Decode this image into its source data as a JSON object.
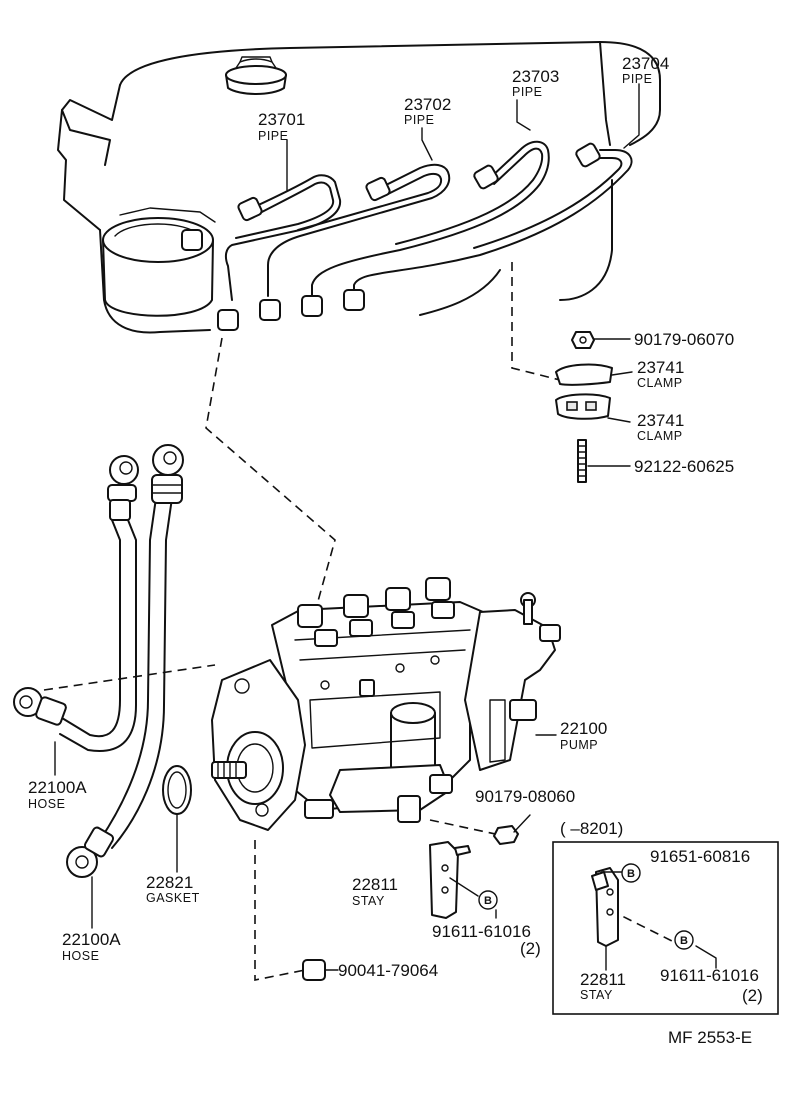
{
  "labels": {
    "p23701": {
      "number": "23701",
      "name": "PIPE"
    },
    "p23702": {
      "number": "23702",
      "name": "PIPE"
    },
    "p23703": {
      "number": "23703",
      "name": "PIPE"
    },
    "p23704": {
      "number": "23704",
      "name": "PIPE"
    },
    "p90179_06070": {
      "number": "90179-06070"
    },
    "p23741a": {
      "number": "23741",
      "name": "CLAMP"
    },
    "p23741b": {
      "number": "23741",
      "name": "CLAMP"
    },
    "p92122": {
      "number": "92122-60625"
    },
    "p22100": {
      "number": "22100",
      "name": "PUMP"
    },
    "p22100A_1": {
      "number": "22100A",
      "name": "HOSE"
    },
    "p22100A_2": {
      "number": "22100A",
      "name": "HOSE"
    },
    "p22821": {
      "number": "22821",
      "name": "GASKET"
    },
    "p90179_08060": {
      "number": "90179-08060"
    },
    "p22811a": {
      "number": "22811",
      "name": "STAY"
    },
    "p91611a": {
      "number": "91611-61016",
      "qty": "(2)"
    },
    "p90041": {
      "number": "90041-79064"
    },
    "p91651": {
      "number": "91651-60816"
    },
    "p22811b": {
      "number": "22811",
      "name": "STAY"
    },
    "p91611b": {
      "number": "91611-61016",
      "qty": "(2)"
    }
  },
  "inset": {
    "range": "(        –8201)"
  },
  "markers": {
    "b": "B"
  },
  "footer": {
    "code": "MF   2553-E"
  }
}
